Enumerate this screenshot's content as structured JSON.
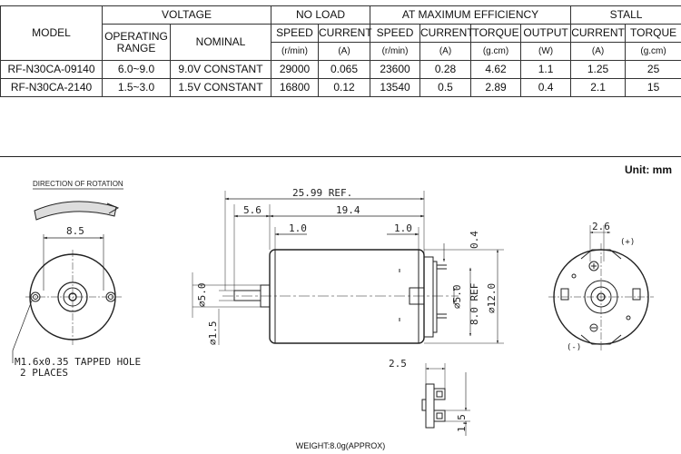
{
  "table": {
    "header": {
      "model": "MODEL",
      "voltage": "VOLTAGE",
      "no_load": "NO LOAD",
      "at_max_eff": "AT MAXIMUM EFFICIENCY",
      "stall": "STALL",
      "operating_range": "OPERATING RANGE",
      "nominal": "NOMINAL",
      "speed": "SPEED",
      "current": "CURRENT",
      "torque": "TORQUE",
      "output": "OUTPUT",
      "unit_rmin": "(r/min)",
      "unit_a": "(A)",
      "unit_gcm": "(g.cm)",
      "unit_w": "(W)"
    },
    "rows": [
      {
        "model": "RF-N30CA-09140",
        "range": "6.0~9.0",
        "nominal": "9.0V CONSTANT",
        "nl_speed": "29000",
        "nl_current": "0.065",
        "me_speed": "23600",
        "me_current": "0.28",
        "me_torque": "4.62",
        "me_output": "1.1",
        "st_current": "1.25",
        "st_torque": "25"
      },
      {
        "model": "RF-N30CA-2140",
        "range": "1.5~3.0",
        "nominal": "1.5V CONSTANT",
        "nl_speed": "16800",
        "nl_current": "0.12",
        "me_speed": "13540",
        "me_current": "0.5",
        "me_torque": "2.89",
        "me_output": "0.4",
        "st_current": "2.1",
        "st_torque": "15"
      }
    ]
  },
  "unit_label": "Unit: mm",
  "drawing": {
    "direction_label": "DIRECTION OF ROTATION",
    "dim_front_width": "8.5",
    "tapped_hole": "M1.6x0.35 TAPPED HOLE",
    "places": "2 PLACES",
    "dim_overall": "25.99 REF.",
    "dim_shaft": "5.6",
    "dim_body": "19.4",
    "dim_left_flange": "1.0",
    "dim_right_flange": "1.0",
    "dim_top": "0.4",
    "dim_boss_dia": "⌀5.0",
    "dim_shaft_dia": "⌀1.5",
    "dim_boss_right": "⌀5.0",
    "dim_ref": "8.0 REF",
    "dim_body_dia": "⌀12.0",
    "dim_terminal_w": "2.5",
    "dim_terminal_h": "1.5",
    "dim_rear_width": "2.6",
    "plus": "(+)",
    "minus": "(-)",
    "weight": "WEIGHT:8.0g(APPROX)"
  }
}
